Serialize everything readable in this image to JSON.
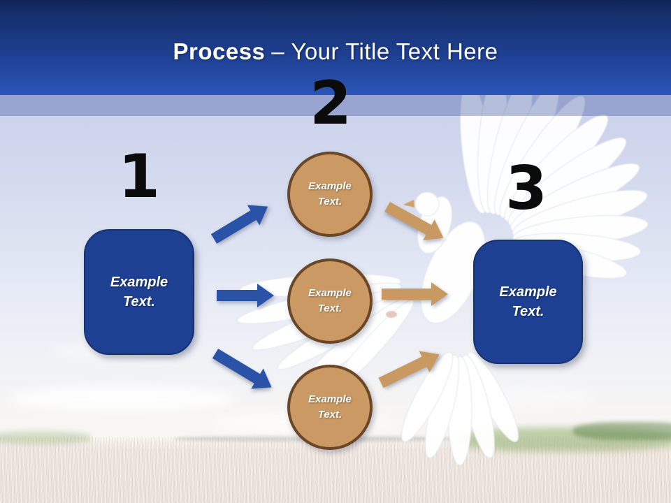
{
  "header": {
    "title_bold": "Process",
    "title_rest": "– Your Title Text Here"
  },
  "steps": [
    {
      "number": "1"
    },
    {
      "number": "2"
    },
    {
      "number": "3"
    }
  ],
  "shapes": {
    "left_box": {
      "label": "Example Text."
    },
    "circles": [
      {
        "label": "Example Text."
      },
      {
        "label": "Example Text."
      },
      {
        "label": "Example Text."
      }
    ],
    "right_box": {
      "label": "Example Text."
    }
  },
  "icons": {
    "background_image": "dove-over-wheat-field"
  },
  "colors": {
    "header_top": "#0f2356",
    "header_bottom": "#2b55b8",
    "subband": "#9aa6d0",
    "box_fill": "#1e4092",
    "box_border": "#163370",
    "circle_fill": "#cb9a64",
    "circle_border": "#6b4727",
    "arrow_blue": "#2a52a6",
    "arrow_orange": "#c89a62",
    "title_color": "#ffffff",
    "number_color": "#0b0b0b"
  }
}
